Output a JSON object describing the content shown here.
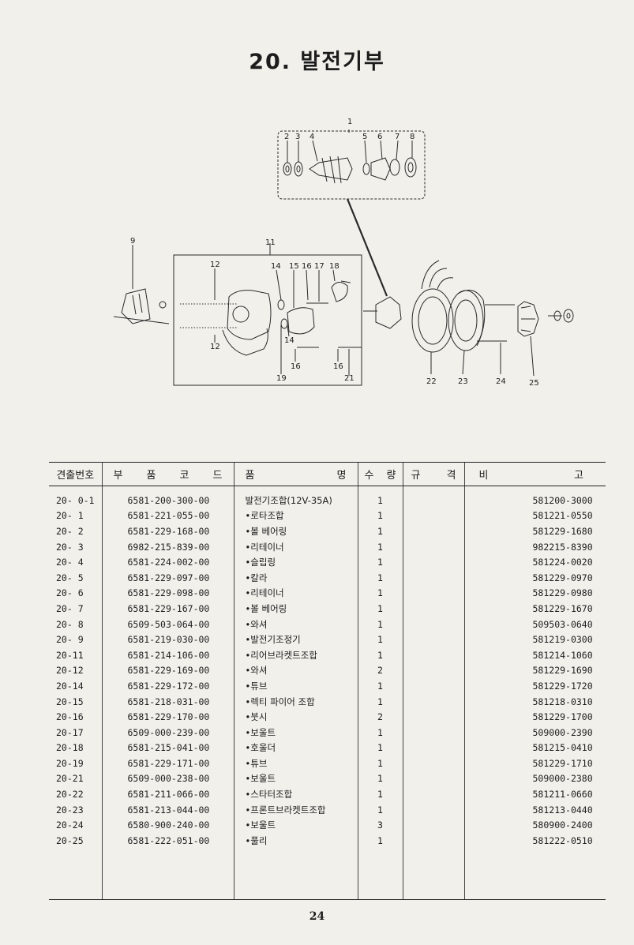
{
  "title": "20. 발전기부",
  "diagram": {
    "callouts": [
      "1",
      "2",
      "3",
      "4",
      "5",
      "6",
      "7",
      "8",
      "9",
      "11",
      "12",
      "12",
      "14",
      "15",
      "16",
      "17",
      "18",
      "14",
      "16",
      "16",
      "19",
      "21",
      "22",
      "23",
      "24",
      "25"
    ]
  },
  "table": {
    "headers": {
      "no": "견출번호",
      "code": [
        "부",
        "품",
        "코",
        "드"
      ],
      "name": [
        "품",
        "명"
      ],
      "qty": [
        "수",
        "량"
      ],
      "spec": [
        "규",
        "격"
      ],
      "remark": [
        "비",
        "고"
      ]
    },
    "rows": [
      {
        "no": "20- 0-1",
        "code": "6581-200-300-00",
        "name": "발전기조합(12V-35A)",
        "qty": "1",
        "remark": "581200-3000"
      },
      {
        "no": "20- 1",
        "code": "6581-221-055-00",
        "name": "•로타조합",
        "qty": "1",
        "remark": "581221-0550"
      },
      {
        "no": "20- 2",
        "code": "6581-229-168-00",
        "name": "•볼 베어링",
        "qty": "1",
        "remark": "581229-1680"
      },
      {
        "no": "20- 3",
        "code": "6982-215-839-00",
        "name": "•리테이너",
        "qty": "1",
        "remark": "982215-8390"
      },
      {
        "no": "20- 4",
        "code": "6581-224-002-00",
        "name": "•슬립링",
        "qty": "1",
        "remark": "581224-0020"
      },
      {
        "no": "20- 5",
        "code": "6581-229-097-00",
        "name": "•칼라",
        "qty": "1",
        "remark": "581229-0970"
      },
      {
        "no": "20- 6",
        "code": "6581-229-098-00",
        "name": "•리테이너",
        "qty": "1",
        "remark": "581229-0980"
      },
      {
        "no": "20- 7",
        "code": "6581-229-167-00",
        "name": "•볼 베어링",
        "qty": "1",
        "remark": "581229-1670"
      },
      {
        "no": "20- 8",
        "code": "6509-503-064-00",
        "name": "•와셔",
        "qty": "1",
        "remark": "509503-0640"
      },
      {
        "no": "20- 9",
        "code": "6581-219-030-00",
        "name": "•발전기조정기",
        "qty": "1",
        "remark": "581219-0300"
      },
      {
        "no": "20-11",
        "code": "6581-214-106-00",
        "name": "•리어브라켓트조합",
        "qty": "1",
        "remark": "581214-1060"
      },
      {
        "no": "20-12",
        "code": "6581-229-169-00",
        "name": "•와셔",
        "qty": "2",
        "remark": "581229-1690"
      },
      {
        "no": "20-14",
        "code": "6581-229-172-00",
        "name": "•튜브",
        "qty": "1",
        "remark": "581229-1720"
      },
      {
        "no": "20-15",
        "code": "6581-218-031-00",
        "name": "•렉티 파이어 조합",
        "qty": "1",
        "remark": "581218-0310"
      },
      {
        "no": "20-16",
        "code": "6581-229-170-00",
        "name": "•붓시",
        "qty": "2",
        "remark": "581229-1700"
      },
      {
        "no": "20-17",
        "code": "6509-000-239-00",
        "name": "•보울트",
        "qty": "1",
        "remark": "509000-2390"
      },
      {
        "no": "20-18",
        "code": "6581-215-041-00",
        "name": "•호울더",
        "qty": "1",
        "remark": "581215-0410"
      },
      {
        "no": "20-19",
        "code": "6581-229-171-00",
        "name": "•튜브",
        "qty": "1",
        "remark": "581229-1710"
      },
      {
        "no": "20-21",
        "code": "6509-000-238-00",
        "name": "•보울트",
        "qty": "1",
        "remark": "509000-2380"
      },
      {
        "no": "20-22",
        "code": "6581-211-066-00",
        "name": "•스타터조합",
        "qty": "1",
        "remark": "581211-0660"
      },
      {
        "no": "20-23",
        "code": "6581-213-044-00",
        "name": "•프론트브라켓트조합",
        "qty": "1",
        "remark": "581213-0440"
      },
      {
        "no": "20-24",
        "code": "6580-900-240-00",
        "name": "•보울트",
        "qty": "3",
        "remark": "580900-2400"
      },
      {
        "no": "20-25",
        "code": "6581-222-051-00",
        "name": "•풀리",
        "qty": "1",
        "remark": "581222-0510"
      }
    ]
  },
  "page_number": "24"
}
